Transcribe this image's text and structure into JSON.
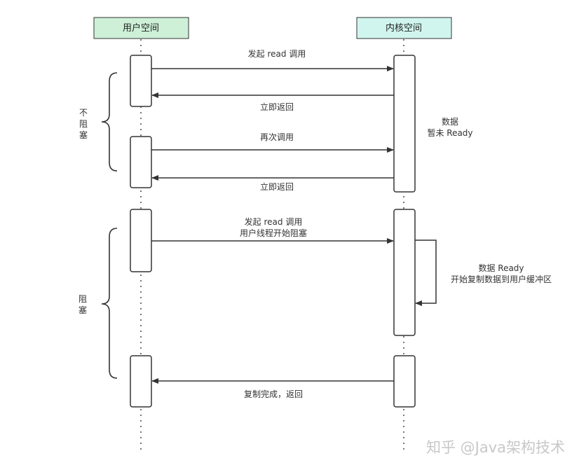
{
  "actors": {
    "user": {
      "label": "用户空间",
      "fill": "#cdf0d6"
    },
    "kernel": {
      "label": "内核空间",
      "fill": "#d0f5ee"
    }
  },
  "messages": {
    "m1": "发起 read 调用",
    "m2": "立即返回",
    "m3": "再次调用",
    "m4": "立即返回",
    "m5_line1": "发起 read 调用",
    "m5_line2": "用户线程开始阻塞",
    "m6": "复制完成，返回"
  },
  "notes": {
    "not_ready_line1": "数据",
    "not_ready_line2": "暂未 Ready",
    "ready_line1": "数据 Ready",
    "ready_line2": "开始复制数据到用户缓冲区"
  },
  "braces": {
    "nonblocking_chars": [
      "不",
      "阻",
      "塞"
    ],
    "blocking_chars": [
      "阻",
      "塞"
    ]
  },
  "watermark": "知乎 @Java架构技术",
  "colors": {
    "stroke": "#333333",
    "lifeline": "#555555",
    "actor_border": "#333333",
    "watermark": "#c8c8c8"
  }
}
